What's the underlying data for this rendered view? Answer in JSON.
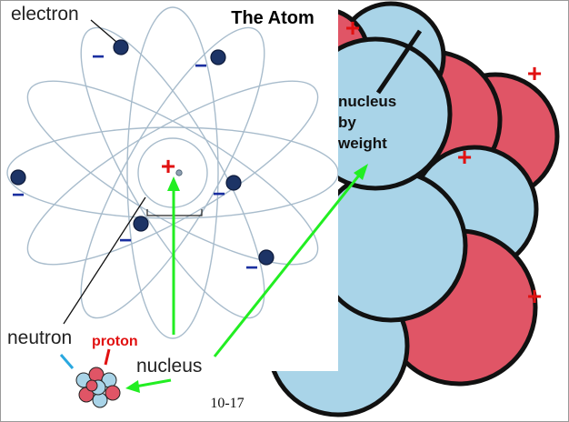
{
  "diagram": {
    "title": "The Atom",
    "labels": {
      "electron": "electron",
      "neutron": "neutron",
      "proton": "proton",
      "nucleus": "nucleus",
      "nucleus_by_weight_1": "nucleus",
      "nucleus_by_weight_2": "by",
      "nucleus_by_weight_3": "weight",
      "slide_number": "10-17"
    },
    "symbols": {
      "plus": "+",
      "minus": "−"
    },
    "colors": {
      "proton_red": "#e05566",
      "neutron_blue": "#a9d4e8",
      "arrow_green": "#22ee22",
      "plus_red": "#e11111",
      "minus_blue": "#1a2fa0",
      "electron_dot": "#1d3466",
      "orbit": "#a8bccc",
      "neutron_pointer": "#29a8e0"
    }
  }
}
